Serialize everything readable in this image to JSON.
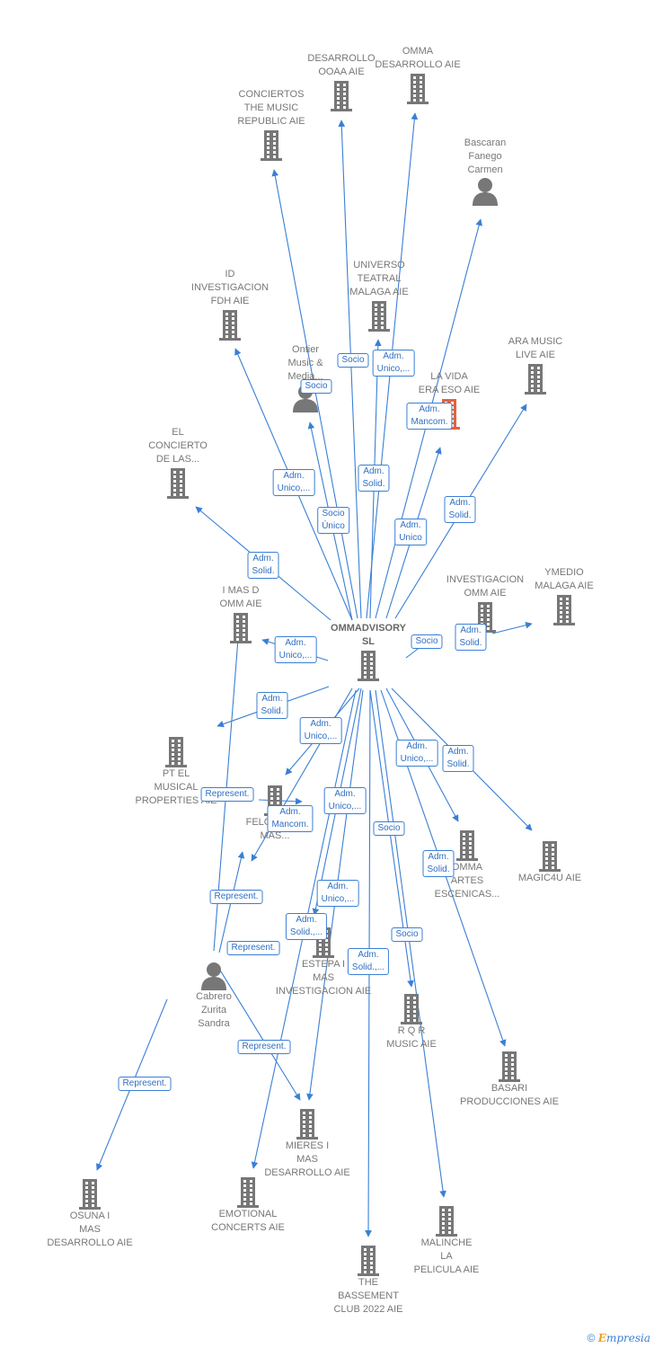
{
  "nodes": [
    {
      "id": "center",
      "type": "company",
      "label": "OMMADVISORY\nSL",
      "main": true
    },
    {
      "id": "desarrollo_ooaa",
      "type": "company",
      "label": "DESARROLLO\nOOAA AIE"
    },
    {
      "id": "omma_desarrollo",
      "type": "company",
      "label": "OMMA\nDESARROLLO AIE"
    },
    {
      "id": "conciertos",
      "type": "company",
      "label": "CONCIERTOS\nTHE MUSIC\nREPUBLIC AIE"
    },
    {
      "id": "bascaran",
      "type": "person",
      "label": "Bascaran\nFanego\nCarmen"
    },
    {
      "id": "id_invest",
      "type": "company",
      "label": "ID\nINVESTIGACION\nFDH  AIE"
    },
    {
      "id": "universo",
      "type": "company",
      "label": "UNIVERSO\nTEATRAL\nMALAGA AIE"
    },
    {
      "id": "ontier",
      "type": "person",
      "label": "Ontier\nMusic &\nMedia..."
    },
    {
      "id": "la_vida",
      "type": "company",
      "label": "LA VIDA\nERA ESO AIE",
      "highlight": true
    },
    {
      "id": "ara_music",
      "type": "company",
      "label": "ARA MUSIC\nLIVE AIE"
    },
    {
      "id": "el_concierto",
      "type": "company",
      "label": "EL\nCONCIERTO\nDE LAS..."
    },
    {
      "id": "imasd",
      "type": "company",
      "label": "I MAS D\nOMM AIE"
    },
    {
      "id": "invest_omm",
      "type": "company",
      "label": "INVESTIGACION\nOMM AIE"
    },
    {
      "id": "ymedio",
      "type": "company",
      "label": "YMEDIO\nMALAGA AIE"
    },
    {
      "id": "pt_el",
      "type": "company",
      "label": "PT EL\nMUSICAL\nPROPERTIES AIE"
    },
    {
      "id": "felguera",
      "type": "company",
      "label": "FELGUERA I\nMAS..."
    },
    {
      "id": "omma_artes",
      "type": "company",
      "label": "OMMA\nARTES\nESCENICAS..."
    },
    {
      "id": "magic4u",
      "type": "company",
      "label": "MAGIC4U AIE"
    },
    {
      "id": "estepa",
      "type": "company",
      "label": "ESTEPA I\nMAS\nINVESTIGACION AIE"
    },
    {
      "id": "rqr",
      "type": "company",
      "label": "R Q R\nMUSIC AIE"
    },
    {
      "id": "cabrero",
      "type": "person",
      "label": "Cabrero\nZurita\nSandra"
    },
    {
      "id": "basari",
      "type": "company",
      "label": "BASARI\nPRODUCCIONES AIE"
    },
    {
      "id": "mieres",
      "type": "company",
      "label": "MIERES I\nMAS\nDESARROLLO AIE"
    },
    {
      "id": "osuna",
      "type": "company",
      "label": "OSUNA I\nMAS\nDESARROLLO AIE"
    },
    {
      "id": "emotional",
      "type": "company",
      "label": "EMOTIONAL\nCONCERTS AIE"
    },
    {
      "id": "malinche",
      "type": "company",
      "label": "MALINCHE\nLA\nPELICULA AIE"
    },
    {
      "id": "bassement",
      "type": "company",
      "label": "THE\nBASSEMENT\nCLUB 2022 AIE"
    }
  ],
  "relations": [
    {
      "label": "Socio"
    },
    {
      "label": "Adm.\nUnico,..."
    },
    {
      "label": "Socio"
    },
    {
      "label": "Adm.\nMancom."
    },
    {
      "label": "Adm.\nSolid."
    },
    {
      "label": "Adm.\nUnico,..."
    },
    {
      "label": "Socio\nÚnico"
    },
    {
      "label": "Adm.\nUnico"
    },
    {
      "label": "Adm.\nSolid."
    },
    {
      "label": "Adm.\nSolid."
    },
    {
      "label": "Adm.\nUnico,..."
    },
    {
      "label": "Socio"
    },
    {
      "label": "Adm.\nSolid."
    },
    {
      "label": "Adm.\nSolid."
    },
    {
      "label": "Adm.\nUnico,..."
    },
    {
      "label": "Adm.\nUnico,..."
    },
    {
      "label": "Adm.\nSolid."
    },
    {
      "label": "Represent."
    },
    {
      "label": "Adm.\nUnico,..."
    },
    {
      "label": "Adm.\nMancom."
    },
    {
      "label": "Socio"
    },
    {
      "label": "Adm.\nSolid."
    },
    {
      "label": "Represent."
    },
    {
      "label": "Adm.\nUnico,..."
    },
    {
      "label": "Adm.\nSolid.,..."
    },
    {
      "label": "Represent."
    },
    {
      "label": "Socio"
    },
    {
      "label": "Adm.\nSolid.,..."
    },
    {
      "label": "Represent."
    },
    {
      "label": "Represent."
    }
  ],
  "footer": {
    "copyright": "©",
    "brand_first": "E",
    "brand_rest": "mpresia"
  },
  "colors": {
    "edge": "#3a7fd5",
    "icon": "#777777",
    "highlight": "#e8603c"
  }
}
